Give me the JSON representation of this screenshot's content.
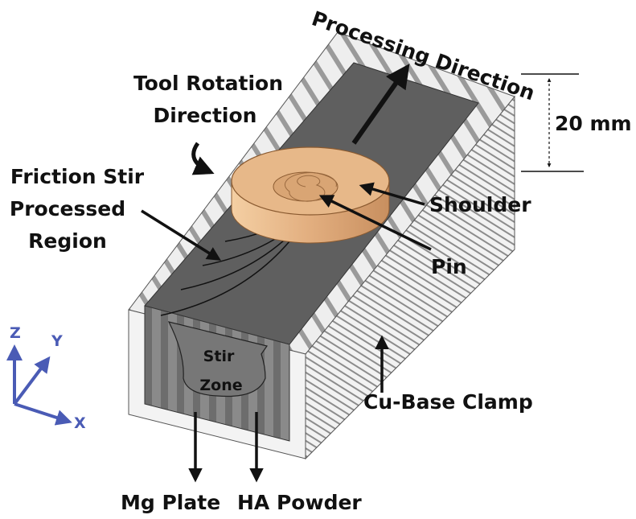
{
  "labels": {
    "processing_direction": "Processing Direction",
    "tool_rotation_line1": "Tool Rotation",
    "tool_rotation_line2": "Direction",
    "fsp_region_line1": "Friction Stir",
    "fsp_region_line2": "Processed",
    "fsp_region_line3": "Region",
    "dimension": "20 mm",
    "shoulder": "Shoulder",
    "pin": "Pin",
    "stir_zone_line1": "Stir",
    "stir_zone_line2": "Zone",
    "cu_base_clamp": "Cu-Base Clamp",
    "mg_plate": "Mg Plate",
    "ha_powder": "HA Powder"
  },
  "axes": {
    "z": "Z",
    "y": "Y",
    "x": "X",
    "color": "#4a5bb5"
  },
  "colors": {
    "clamp_light": "#ededed",
    "clamp_stripe": "#8a8a8a",
    "workpiece": "#5e5e5e",
    "tool": "#e0ab7e",
    "tool_dark": "#b98256"
  }
}
